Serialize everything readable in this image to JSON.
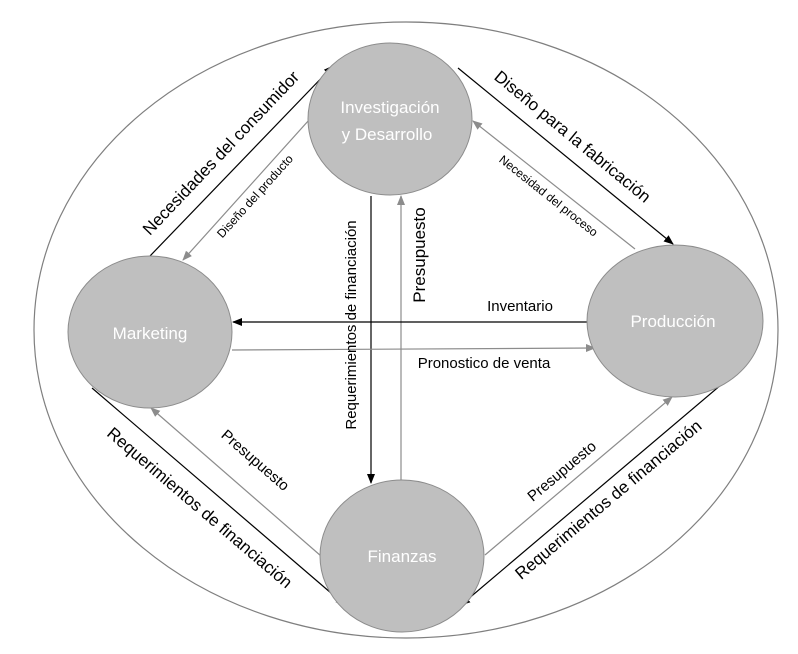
{
  "colors": {
    "node_fill": "#bfbfbf",
    "node_stroke": "#8c8c8c",
    "primary_arrow": "#000000",
    "secondary_arrow": "#8c8c8c",
    "outer_ring": "#7f7f7f",
    "node_text": "#ffffff"
  },
  "nodes": {
    "rd": {
      "line1": "Investigación",
      "line2": "y Desarrollo"
    },
    "marketing": {
      "label": "Marketing"
    },
    "production": {
      "label": "Producción"
    },
    "finance": {
      "label": "Finanzas"
    }
  },
  "edges": {
    "mk_to_rd": {
      "label": "Necesidades del consumidor",
      "from": "Marketing",
      "to": "Investigación y Desarrollo"
    },
    "rd_to_mk": {
      "label": "Diseño del producto",
      "from": "Investigación y Desarrollo",
      "to": "Marketing"
    },
    "rd_to_prod": {
      "label": "Diseño para la fabricación",
      "from": "Investigación y Desarrollo",
      "to": "Producción"
    },
    "prod_to_rd": {
      "label": "Necesidad del proceso",
      "from": "Producción",
      "to": "Investigación y Desarrollo"
    },
    "rd_to_fin": {
      "label": "Requerimientos de financiación",
      "from": "Investigación y Desarrollo",
      "to": "Finanzas"
    },
    "fin_to_rd": {
      "label": "Presupuesto",
      "from": "Finanzas",
      "to": "Investigación y Desarrollo"
    },
    "prod_to_mk": {
      "label": "Inventario",
      "from": "Producción",
      "to": "Marketing"
    },
    "mk_to_prod": {
      "label": "Pronostico de venta",
      "from": "Marketing",
      "to": "Producción"
    },
    "mk_to_fin": {
      "label": "Requerimientos de financiación",
      "from": "Marketing",
      "to": "Finanzas"
    },
    "fin_to_mk": {
      "label": "Presupuesto",
      "from": "Finanzas",
      "to": "Marketing"
    },
    "prod_to_fin": {
      "label": "Requerimientos de financiación",
      "from": "Producción",
      "to": "Finanzas"
    },
    "fin_to_prod": {
      "label": "Presupuesto",
      "from": "Finanzas",
      "to": "Producción"
    }
  }
}
